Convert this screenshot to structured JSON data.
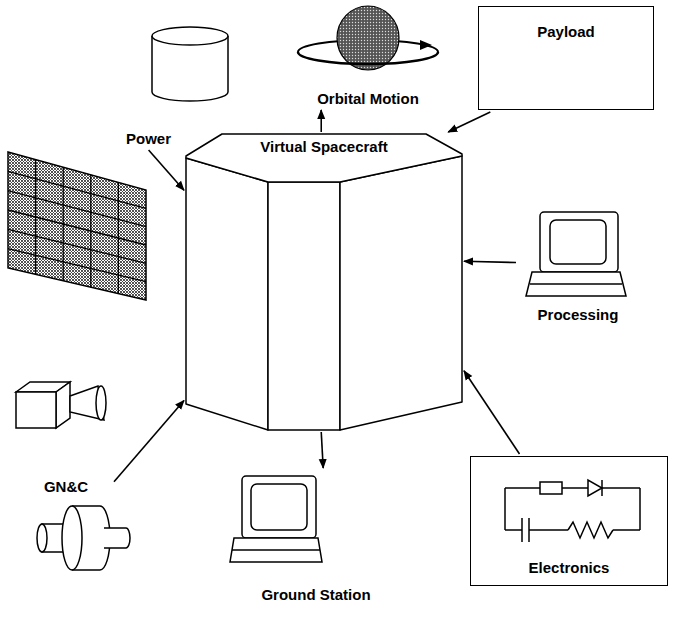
{
  "diagram": {
    "nodes": [
      {
        "text": [
          "Orbital Motion"
        ]
      },
      {
        "text": [
          "Payload"
        ]
      },
      {
        "text": [
          "Power"
        ]
      },
      {
        "text": [
          "Virtual Spacecraft"
        ]
      },
      {
        "text": [
          "Processing"
        ]
      },
      {
        "text": [
          "GN&C"
        ]
      },
      {
        "text": [
          "Electronics"
        ]
      },
      {
        "text": [
          "Ground Station"
        ]
      }
    ],
    "edges": [
      {
        "from": 3,
        "to": 0,
        "arrow": "to"
      },
      {
        "from": 1,
        "to": 3,
        "arrow": "to"
      },
      {
        "from": 2,
        "to": 3,
        "arrow": "to"
      },
      {
        "from": 4,
        "to": 3,
        "arrow": "to"
      },
      {
        "from": 5,
        "to": 3,
        "arrow": "to"
      },
      {
        "from": 6,
        "to": 3,
        "arrow": "to"
      },
      {
        "from": 3,
        "to": 7,
        "arrow": "to"
      }
    ]
  }
}
